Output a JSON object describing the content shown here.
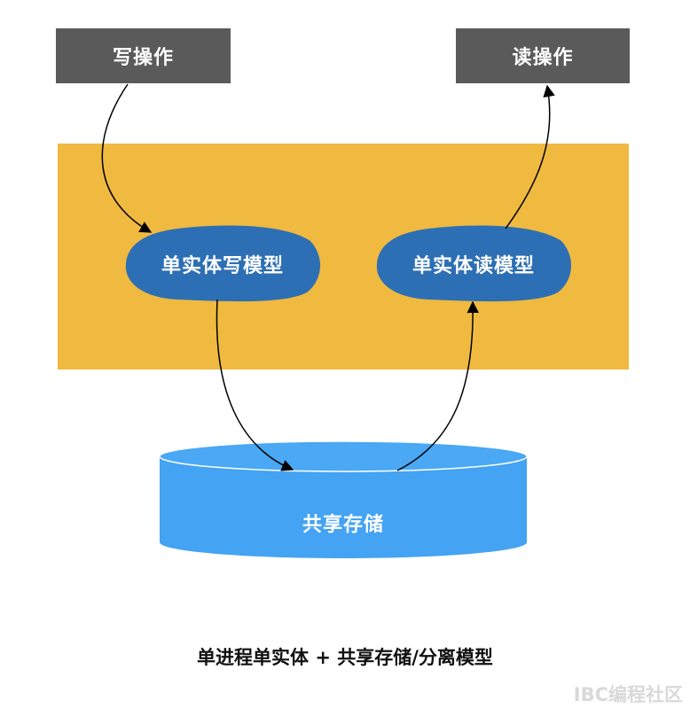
{
  "nodes": {
    "write_op": "写操作",
    "read_op": "读操作",
    "write_model": "单实体写模型",
    "read_model": "单实体读模型",
    "storage": "共享存储"
  },
  "caption": "单进程单实体 + 共享存储/分离模型",
  "watermark": "IBC编程社区",
  "colors": {
    "op_box": "#5a5a5a",
    "service_band": "#f0b940",
    "model_blob": "#2d6fb4",
    "storage": "#44a3f2",
    "storage_top": "#4aa8f4"
  }
}
